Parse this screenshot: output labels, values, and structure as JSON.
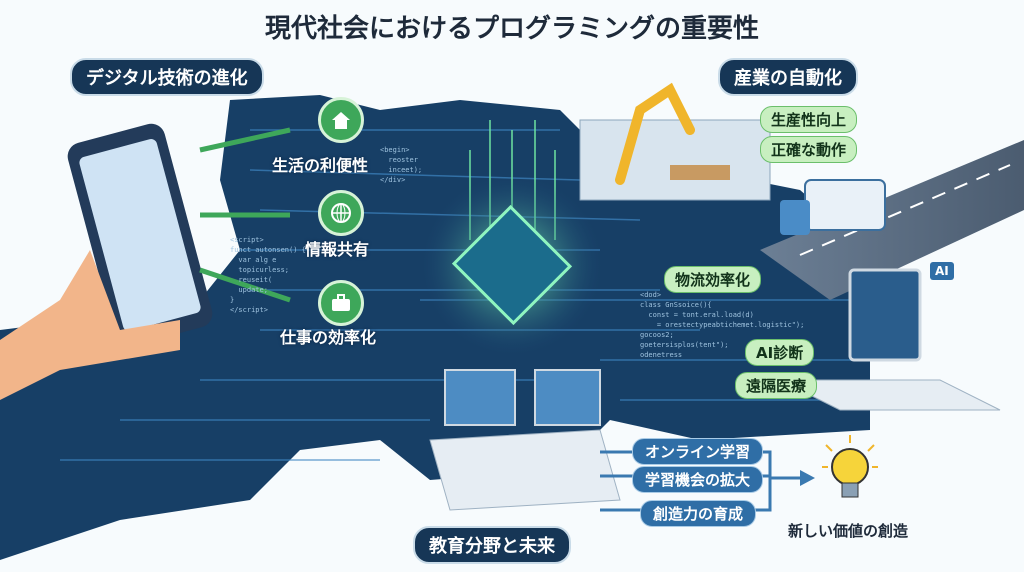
{
  "title": "現代社会におけるプログラミングの重要性",
  "sections": {
    "digital": {
      "label": "デジタル技術の進化",
      "items": [
        "生活の利便性",
        "情報共有",
        "仕事の効率化"
      ]
    },
    "industry": {
      "label": "産業の自動化",
      "items": [
        "生産性向上",
        "正確な動作",
        "物流効率化"
      ]
    },
    "medical": {
      "items": [
        "AI診断",
        "遠隔医療"
      ],
      "badge": "AI"
    },
    "education": {
      "label": "教育分野と未来",
      "items": [
        "オンライン学習",
        "学習機会の拡大",
        "創造力の育成"
      ]
    },
    "result": "新しい価値の創造"
  },
  "code": {
    "left": "<script>\nfunct autonsen() {\n  var alg e\n  topicurless;\n  reuseit(\n  update;\n}\n</script>",
    "top": "<begin>\n  reoster\n  inceet);\n</div>",
    "right": "<dod>\nclass GnSsoice(){\n  const = tont.eral.load(d)\n    = orestectypeabtichemet.logistic\");\ngocoos2;\ngoetersisplos(tent\");\nodenetress"
  },
  "colors": {
    "navy": "#163656",
    "green": "#3ea75a",
    "circuit": "#1d4f7a",
    "accent": "#58e08a"
  }
}
